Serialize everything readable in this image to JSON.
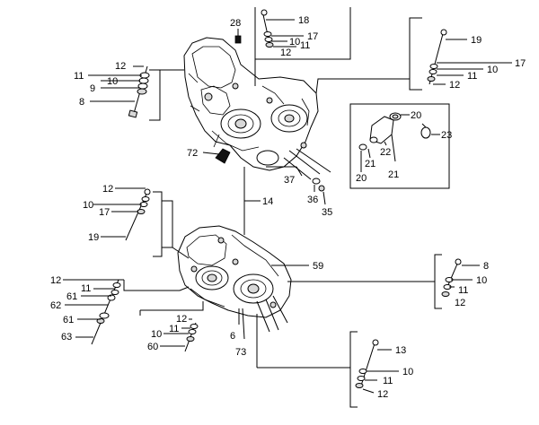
{
  "callouts": {
    "c28": "28",
    "c18": "18",
    "c17a": "17",
    "c10a": "10",
    "c11a": "11",
    "c12a": "12",
    "c19a": "19",
    "c17b": "17",
    "c10b": "10",
    "c11b": "11",
    "c12b": "12",
    "c12c": "12",
    "c11c": "11",
    "c10c": "10",
    "c9": "9",
    "c8a": "8",
    "c20a": "20",
    "c22": "22",
    "c23": "23",
    "c21a": "21",
    "c20b": "20",
    "c21b": "21",
    "c72": "72",
    "c37": "37",
    "c36": "36",
    "c35": "35",
    "c12d": "12",
    "c14": "14",
    "c10d": "10",
    "c17c": "17",
    "c19b": "19",
    "c59": "59",
    "c8b": "8",
    "c10e": "10",
    "c11d": "11",
    "c12e": "12",
    "c12f": "12",
    "c11e": "11",
    "c61a": "61",
    "c62": "62",
    "c61b": "61",
    "c63": "63",
    "c12g": "12",
    "c11f": "11",
    "c10f": "10",
    "c60": "60",
    "c6": "6",
    "c73": "73",
    "c13": "13",
    "c10g": "10",
    "c11g": "11",
    "c12h": "12"
  }
}
